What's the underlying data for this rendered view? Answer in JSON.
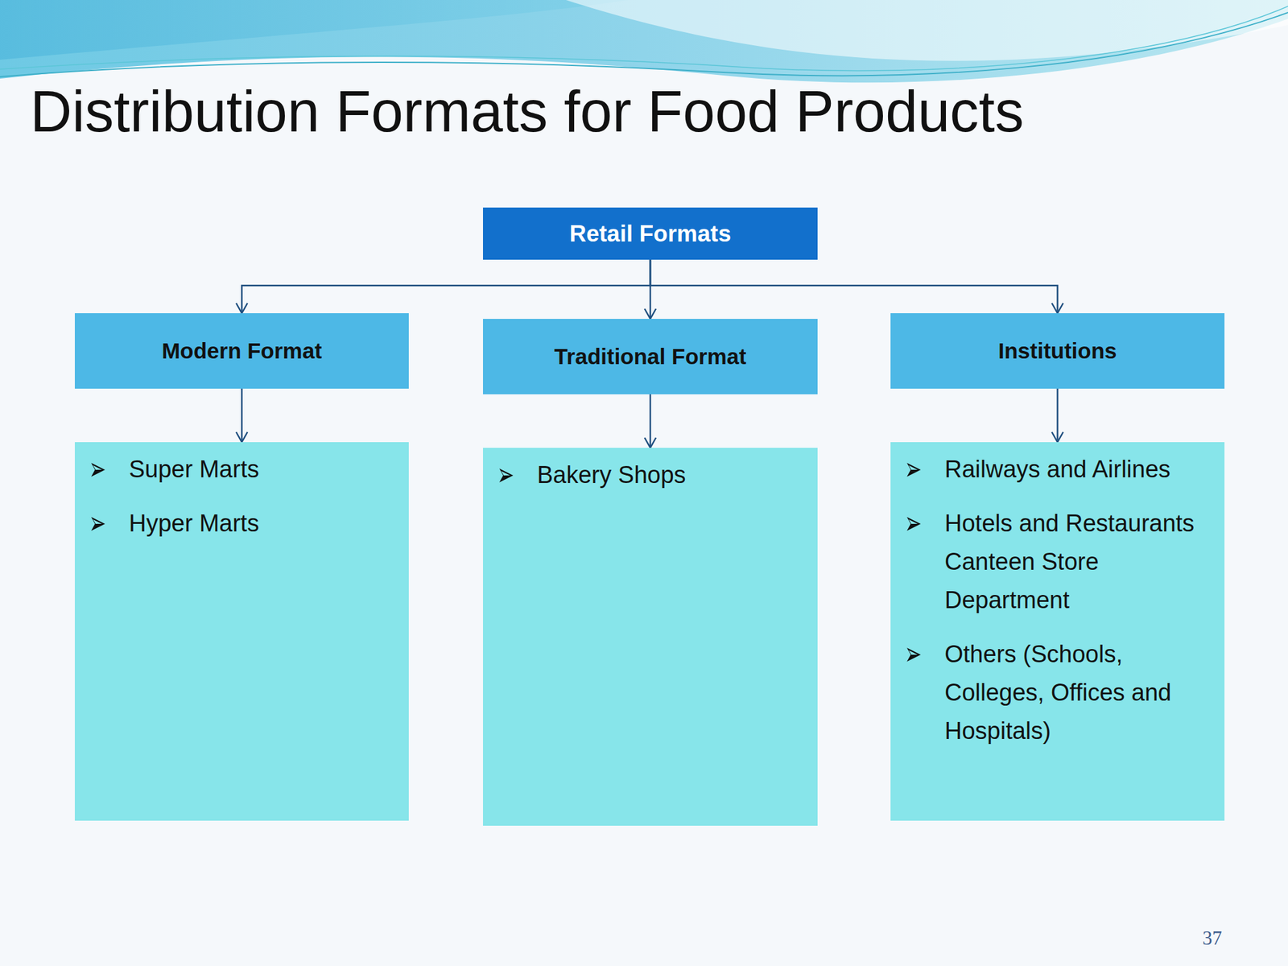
{
  "diagram": {
    "title": "Distribution Formats for Food Products",
    "nodes": [
      {
        "text": [
          "Retail Formats"
        ]
      },
      {
        "text": [
          "Modern Format"
        ]
      },
      {
        "text": [
          "Traditional Format"
        ]
      },
      {
        "text": [
          "Institutions"
        ]
      },
      {
        "text": [
          "Super Marts",
          "Hyper Marts"
        ]
      },
      {
        "text": [
          "Bakery Shops"
        ]
      },
      {
        "text": [
          "Railways and Airlines",
          "Hotels and Restaurants Canteen Store Department",
          "Others (Schools, Colleges, Offices and Hospitals)"
        ]
      }
    ],
    "edges": [
      {
        "from": 0,
        "to": 1,
        "arrow": "to"
      },
      {
        "from": 0,
        "to": 2,
        "arrow": "to"
      },
      {
        "from": 0,
        "to": 3,
        "arrow": "to"
      },
      {
        "from": 1,
        "to": 4,
        "arrow": "to"
      },
      {
        "from": 2,
        "to": 5,
        "arrow": "to"
      },
      {
        "from": 3,
        "to": 6,
        "arrow": "to"
      }
    ],
    "labels": [
      "37"
    ]
  }
}
